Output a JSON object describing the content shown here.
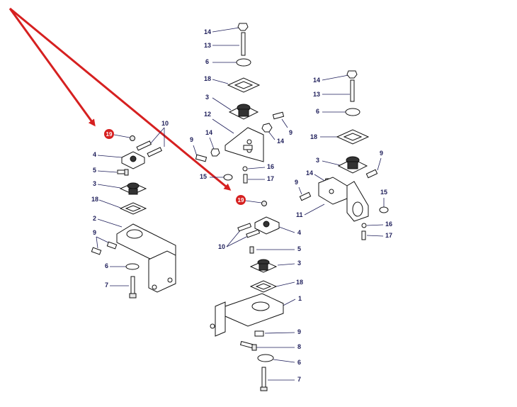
{
  "accent_color": "#d62020",
  "callout_color": "#d62020",
  "label_color": "#1e1e5a",
  "highlighted_part": "19",
  "callouts": {
    "left": {
      "c19": "19",
      "c10": "10",
      "c4": "4",
      "c5": "5",
      "c3": "3",
      "c18": "18",
      "c2": "2",
      "c9": "9",
      "c6": "6",
      "c7": "7"
    },
    "top_center": {
      "c14a": "14",
      "c13": "13",
      "c6": "6",
      "c18": "18",
      "c3": "3",
      "c12": "12",
      "c9a": "9",
      "c14b": "14",
      "c9b": "9",
      "c15": "15",
      "c16": "16",
      "c17": "17"
    },
    "right": {
      "c14a": "14",
      "c13": "13",
      "c6": "6",
      "c18": "18",
      "c3": "3",
      "c9a": "9",
      "c14b": "14",
      "c9b": "9",
      "c15": "15",
      "c11": "11",
      "c16": "16",
      "c17": "17"
    },
    "bottom_center": {
      "c19": "19",
      "c4": "4",
      "c10": "10",
      "c5": "5",
      "c3": "3",
      "c18": "18",
      "c1": "1",
      "c9": "9",
      "c8": "8",
      "c6": "6",
      "c7": "7"
    }
  }
}
